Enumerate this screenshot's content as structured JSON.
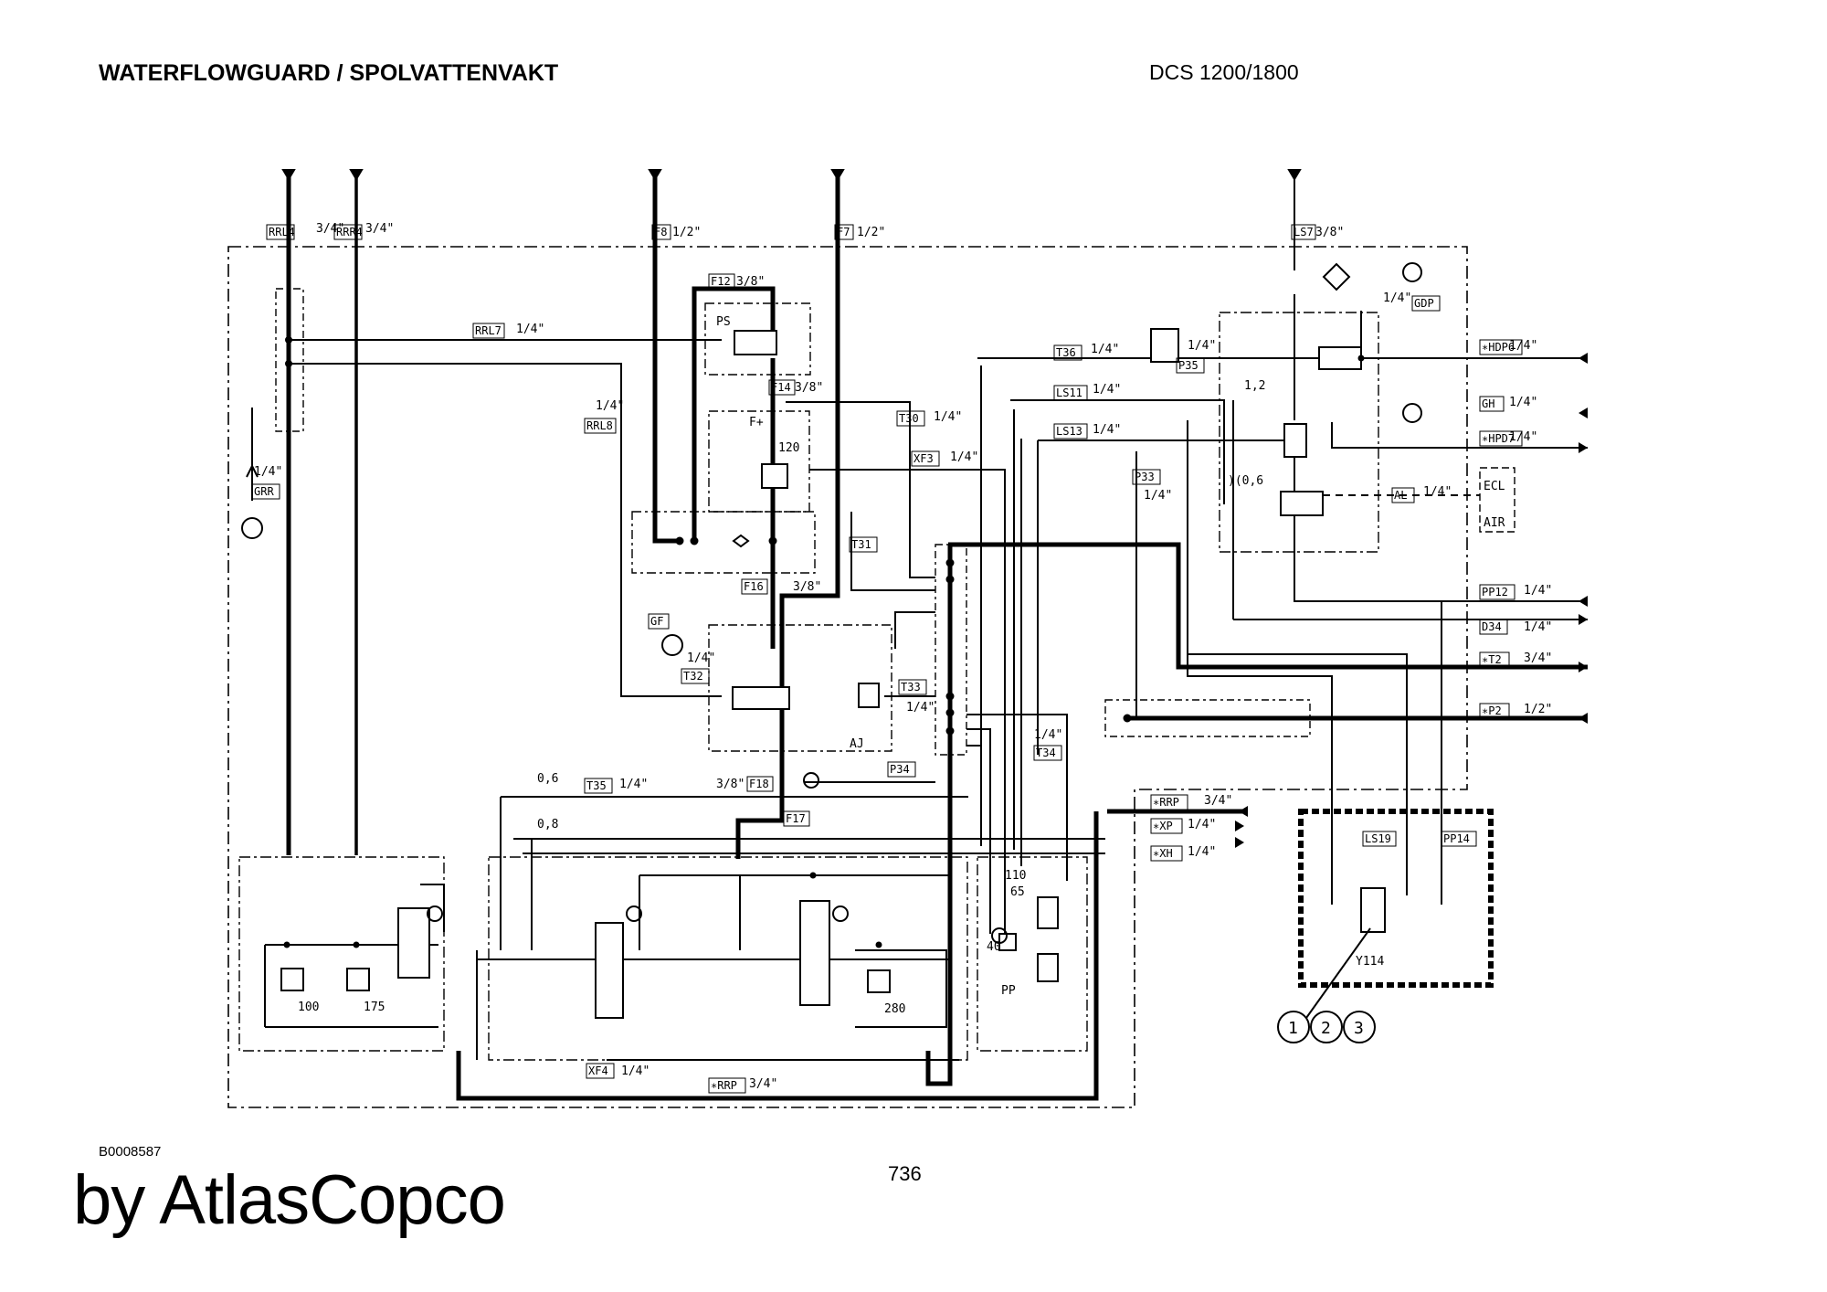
{
  "header": {
    "title": "WATERFLOWGUARD / SPOLVATTENVAKT",
    "model": "DCS 1200/1800"
  },
  "footer": {
    "doc_id": "B0008587",
    "page_number": "736",
    "brand": "by AtlasCopco"
  },
  "ports": {
    "rrl4": "RRL4",
    "rrr4": "RRR4",
    "f8": "F8",
    "f7": "F7",
    "ls7": "LS7",
    "rrl7": "RRL7",
    "rrl8": "RRL8",
    "grr": "GRR",
    "gf": "GF",
    "f12": "F12",
    "f14": "F14",
    "f16": "F16",
    "f17": "F17",
    "f18": "F18",
    "t30": "T30",
    "t31": "T31",
    "t32": "T32",
    "t33": "T33",
    "t34": "T34",
    "t35": "T35",
    "t36": "T36",
    "xf3": "XF3",
    "xf4": "XF4",
    "p33": "P33",
    "p34": "P34",
    "p35": "P35",
    "ls11": "LS11",
    "ls13": "LS13",
    "ls19": "LS19",
    "gdp": "GDP",
    "gh": "GH",
    "al": "AL",
    "hdp6": "∗HDP6",
    "hpd7": "∗HPD7",
    "pp12": "PP12",
    "pp14": "PP14",
    "d34": "D34",
    "t2": "∗T2",
    "p2": "∗P2",
    "rrp": "∗RRP",
    "xp": "∗XP",
    "xh": "∗XH",
    "rrp_bottom": "∗RRP"
  },
  "sizes": {
    "s34": "3/4\"",
    "s12": "1/2\"",
    "s38": "3/8\"",
    "s14": "1/4\""
  },
  "components": {
    "ps": "PS",
    "fplus": "F+",
    "aj": "AJ",
    "pp": "PP",
    "y114": "Y114",
    "ecl": "ECL",
    "air": "AIR",
    "v100": "100",
    "v175": "175",
    "v280": "280",
    "v120": "120",
    "v110": "110",
    "v65": "65",
    "v40": "40",
    "r06": "0,6",
    "r08": "0,8",
    "r12": "1,2",
    "r06b": ")(0,6",
    "circle1": "1",
    "circle2": "2",
    "circle3": "3"
  },
  "colors": {
    "line": "#000000",
    "background": "#ffffff"
  }
}
